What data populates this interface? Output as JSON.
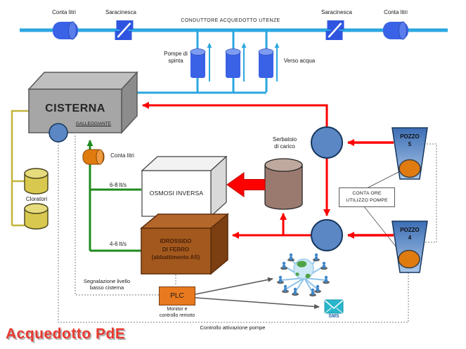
{
  "labels": {
    "conta_litri_left": "Conta litri",
    "saracinesca_left": "Saracinesca",
    "conduit": "CONDUTTORE  ACQUEDOTTO  UTENZE",
    "pompe_spinta": "Pompe di\nspinta",
    "verso_acqua": "Verso acqua",
    "saracinesca_right": "Saracinesca",
    "conta_litri_right": "Conta litri",
    "cisterna": "CISTERNA",
    "galleggiante": "GALLEGGIANTE",
    "cloratori": "Cloratori",
    "conta_litri_meter": "Conta litri",
    "rate_osmosi": "6-8 lt/s",
    "rate_idrossido": "4-6 lt/s",
    "osmosi": "OSMOSI INVERSA",
    "idrossido": "IDROSSIDO\nDI FERRO\n(abbattimento AS)",
    "serbatoio": "Serbatoio\ndi carico",
    "conta_ore": "CONTA  ORE\nUTILIZZO POMPE",
    "pozzo5": "POZZO\n5",
    "pozzo4": "POZZO\n4",
    "plc": "PLC",
    "plc_caption": "Monitor e\ncontrollo remoto",
    "segnalazione": "Segnalazione livello\nbasso cisterna",
    "controllo": "Controllo attivazione pompe",
    "sms": "SMS",
    "title": "Acquedotto PdE"
  },
  "colors": {
    "pipe_blue": "#2BA7E0",
    "pump_blue": "#3A62E6",
    "node_blue": "#5B87C5",
    "node_border": "#17375E",
    "flow_red": "#FF0000",
    "flow_green": "#1E8A1E",
    "chlorine_yellow": "#C3B43B",
    "meter_orange": "#E07B10",
    "plc_orange": "#E8791E",
    "iron_brown": "#A3591E",
    "tank_brown": "#9A7A6F",
    "cistern_gray": "#A6A6A6",
    "sms_teal": "#29B6CB",
    "title_red": "#E8392F"
  }
}
